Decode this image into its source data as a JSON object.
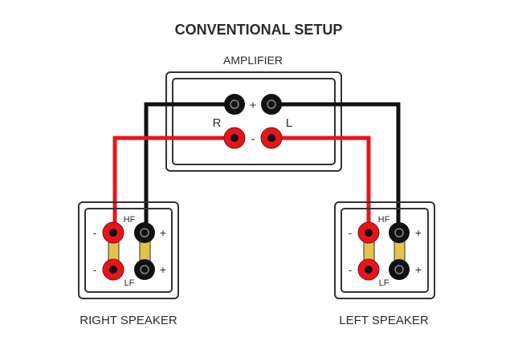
{
  "title": "CONVENTIONAL SETUP",
  "amplifier": {
    "label": "AMPLIFIER",
    "plus": "+",
    "minus": "-",
    "right": "R",
    "left": "L"
  },
  "right_speaker": {
    "label": "RIGHT SPEAKER",
    "hf": "HF",
    "lf": "LF",
    "minus": "-",
    "plus": "+"
  },
  "left_speaker": {
    "label": "LEFT SPEAKER",
    "hf": "HF",
    "lf": "LF",
    "minus": "-",
    "plus": "+"
  },
  "colors": {
    "positive_wire": "#111111",
    "negative_wire": "#e8141b",
    "bridge": "#e2c44a",
    "box": "#333333"
  }
}
